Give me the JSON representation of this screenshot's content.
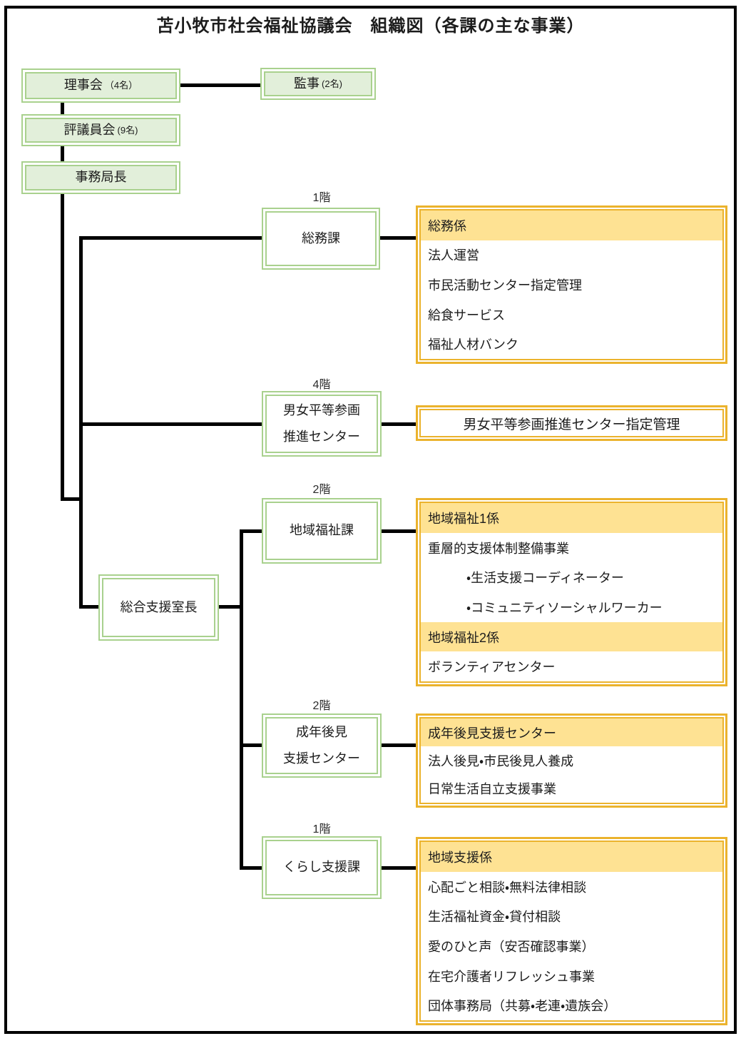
{
  "title": "苫小牧市社会福祉協議会　組織図（各課の主な事業）",
  "colors": {
    "green_border": "#A9D18E",
    "green_fill": "#E2EFDA",
    "gold_border": "#EBB32D",
    "gold_header_fill": "#FEE293",
    "connector": "#000000"
  },
  "governance": {
    "board": {
      "label": "理事会",
      "count": "（4名）"
    },
    "auditors": {
      "label": "監事",
      "count": "(2名)"
    },
    "council": {
      "label": "評議員会",
      "count": "(9名)"
    },
    "secretary_general": "事務局長",
    "support_office_chief": "総合支援室長"
  },
  "departments": [
    {
      "floor": "1階",
      "name_line1": "総務課",
      "rows": [
        {
          "type": "header",
          "text": "総務係"
        },
        {
          "type": "item",
          "text": "法人運営"
        },
        {
          "type": "item",
          "text": "市民活動センター指定管理"
        },
        {
          "type": "item",
          "text": "給食サービス"
        },
        {
          "type": "item",
          "text": "福祉人材バンク"
        }
      ]
    },
    {
      "floor": "4階",
      "name_line1": "男女平等参画",
      "name_line2": "推進センター",
      "rows": [
        {
          "type": "single",
          "text": "男女平等参画推進センター指定管理"
        }
      ]
    },
    {
      "floor": "2階",
      "name_line1": "地域福祉課",
      "rows": [
        {
          "type": "header",
          "text": "地域福祉1係"
        },
        {
          "type": "item",
          "text": "重層的支援体制整備事業"
        },
        {
          "type": "sub",
          "text": "・生活支援コーディネーター"
        },
        {
          "type": "sub",
          "text": "・コミュニティソーシャルワーカー"
        },
        {
          "type": "header",
          "text": "地域福祉2係"
        },
        {
          "type": "item",
          "text": "ボランティアセンター"
        }
      ]
    },
    {
      "floor": "2階",
      "name_line1": "成年後見",
      "name_line2": "支援センター",
      "rows": [
        {
          "type": "header",
          "text": "成年後見支援センター"
        },
        {
          "type": "item",
          "text": "法人後見・市民後見人養成"
        },
        {
          "type": "item",
          "text": "日常生活自立支援事業"
        }
      ]
    },
    {
      "floor": "1階",
      "name_line1": "くらし支援課",
      "rows": [
        {
          "type": "header",
          "text": "地域支援係"
        },
        {
          "type": "item",
          "text": "心配ごと相談・無料法律相談"
        },
        {
          "type": "item",
          "text": "生活福祉資金・貸付相談"
        },
        {
          "type": "item",
          "text": "愛のひと声（安否確認事業）"
        },
        {
          "type": "item",
          "text": "在宅介護者リフレッシュ事業"
        },
        {
          "type": "item",
          "text": "団体事務局（共募・老連・遺族会）"
        }
      ]
    }
  ]
}
